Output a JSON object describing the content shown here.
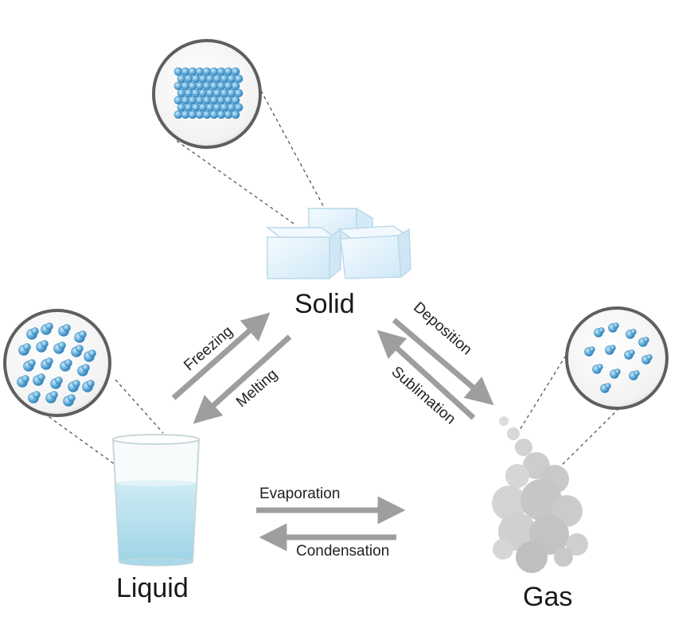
{
  "states": {
    "solid": "Solid",
    "liquid": "Liquid",
    "gas": "Gas"
  },
  "processes": {
    "freezing": "Freezing",
    "melting": "Melting",
    "deposition": "Deposition",
    "sublimation": "Sublimation",
    "evaporation": "Evaporation",
    "condensation": "Condensation"
  },
  "colors": {
    "arrow": "#9e9e9e",
    "water": "#b9e2ee",
    "molecule": "#5aa9d8",
    "circle_border": "#6b6b6b",
    "smoke": "#c8c8c8"
  },
  "icons": [
    "ice-cubes-icon",
    "glass-of-water-icon",
    "steam-cloud-icon",
    "solid-molecules-icon",
    "liquid-molecules-icon",
    "gas-molecules-icon"
  ]
}
